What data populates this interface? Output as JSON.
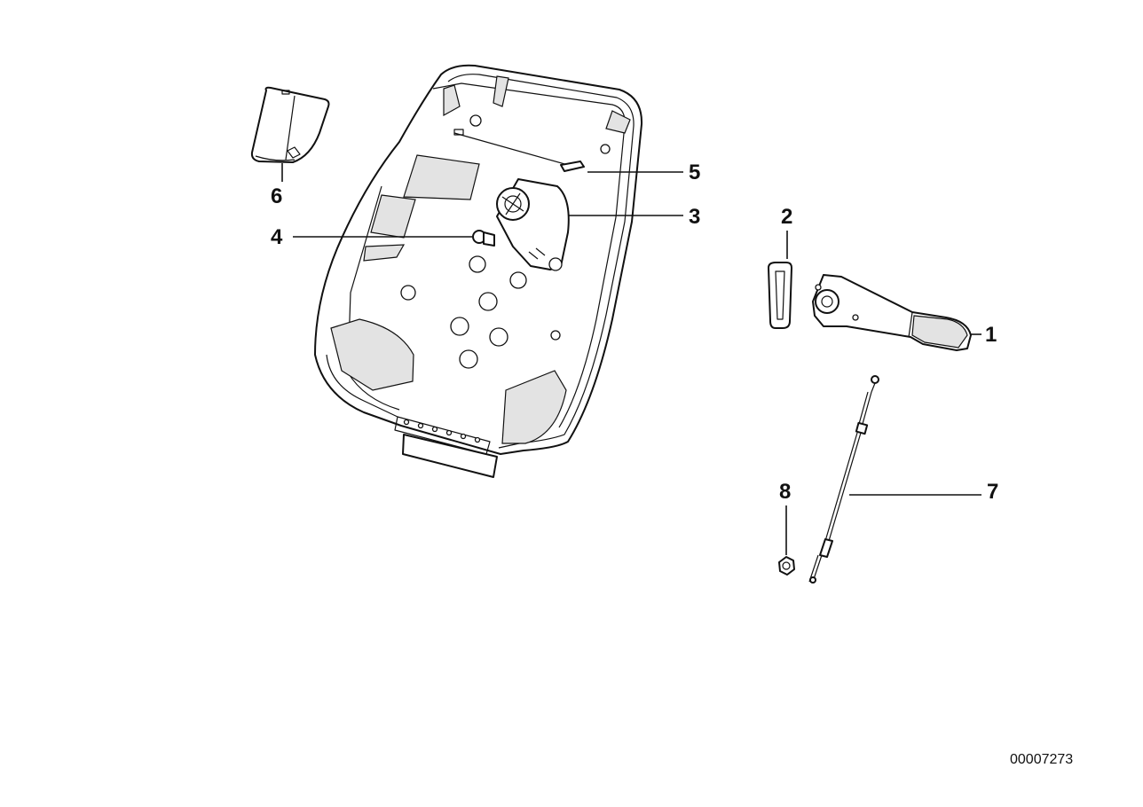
{
  "callouts": {
    "c1": "1",
    "c2": "2",
    "c3": "3",
    "c4": "4",
    "c5": "5",
    "c6": "6",
    "c7": "7",
    "c8": "8"
  },
  "document_number": "00007273"
}
